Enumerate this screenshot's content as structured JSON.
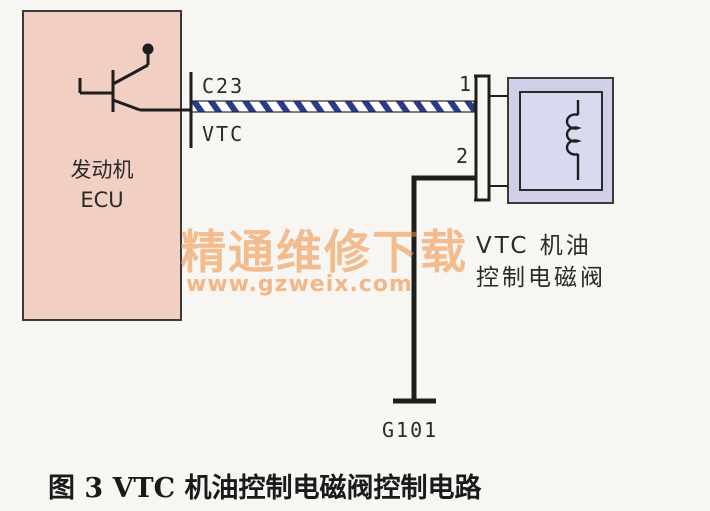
{
  "ecu": {
    "label_line1": "发动机",
    "label_line2": "ECU",
    "fill": "#f1cfc3"
  },
  "connector_label": "C23",
  "signal_label": "VTC",
  "pins": {
    "pin1": "1",
    "pin2": "2"
  },
  "valve": {
    "label_line1": "VTC 机油",
    "label_line2": "控制电磁阀",
    "fill": "#cfcfe8"
  },
  "ground_label": "G101",
  "caption": "图 3   VTC 机油控制电磁阀控制电路",
  "watermark": {
    "text_cn": "精通维修下载",
    "text_url": "www.gzweix.com",
    "color": "#f08c3c"
  },
  "wire": {
    "stripe_color": "#2c3a8a"
  }
}
